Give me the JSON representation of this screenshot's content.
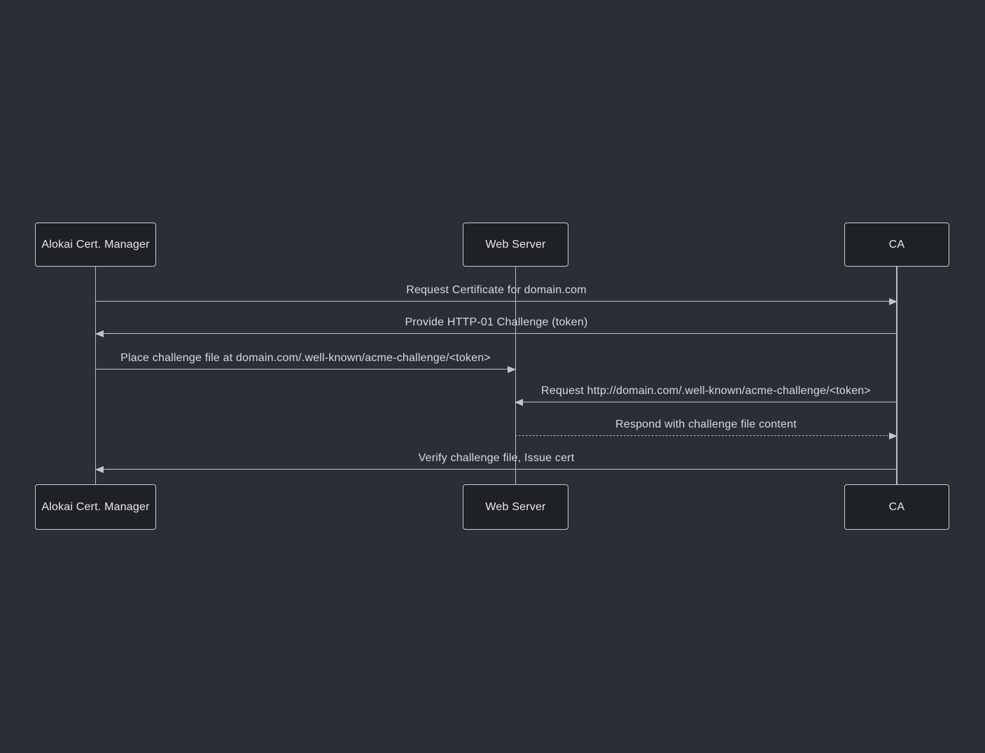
{
  "diagram": {
    "type": "sequence",
    "colors": {
      "background": "#2a2e37",
      "actor_fill": "#1e2126",
      "actor_border": "#c9cbce",
      "actor_text": "#e9eaeb",
      "line": "#c2c5c9",
      "message_text": "#d9dadd"
    },
    "actors": [
      {
        "id": "alokai",
        "label": "Alokai Cert. Manager"
      },
      {
        "id": "webserver",
        "label": "Web Server"
      },
      {
        "id": "ca",
        "label": "CA"
      }
    ],
    "messages": [
      {
        "text": "Request Certificate for domain.com",
        "from": "Alokai Cert. Manager",
        "to": "CA",
        "line": "solid",
        "direction": "right"
      },
      {
        "text": "Provide HTTP-01 Challenge (token)",
        "from": "CA",
        "to": "Alokai Cert. Manager",
        "line": "solid",
        "direction": "left"
      },
      {
        "text": "Place challenge file at domain.com/.well-known/acme-challenge/<token>",
        "from": "Alokai Cert. Manager",
        "to": "Web Server",
        "line": "solid",
        "direction": "right"
      },
      {
        "text": "Request http://domain.com/.well-known/acme-challenge/<token>",
        "from": "CA",
        "to": "Web Server",
        "line": "solid",
        "direction": "left"
      },
      {
        "text": "Respond with challenge file content",
        "from": "Web Server",
        "to": "CA",
        "line": "dashed",
        "direction": "right"
      },
      {
        "text": "Verify challenge file, Issue cert",
        "from": "CA",
        "to": "Alokai Cert. Manager",
        "line": "solid",
        "direction": "left"
      }
    ]
  }
}
